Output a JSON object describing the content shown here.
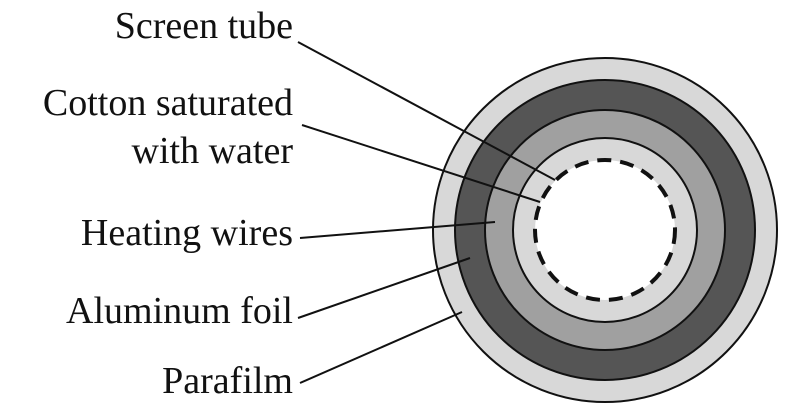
{
  "labels": {
    "screen_tube": "Screen tube",
    "cotton_line1": "Cotton saturated",
    "cotton_line2": "with water",
    "heating_wires": "Heating wires",
    "aluminum_foil": "Aluminum foil",
    "parafilm": "Parafilm"
  },
  "colors": {
    "background": "#ffffff",
    "outline": "#111111",
    "parafilm_ring": "#d8d8d8",
    "aluminum_foil_ring": "#555555",
    "heating_wires_ring": "#a0a0a0",
    "cotton_ring": "#d8d8d8",
    "screen_tube_core": "#ffffff",
    "screen_tube_dash": "#111111"
  }
}
